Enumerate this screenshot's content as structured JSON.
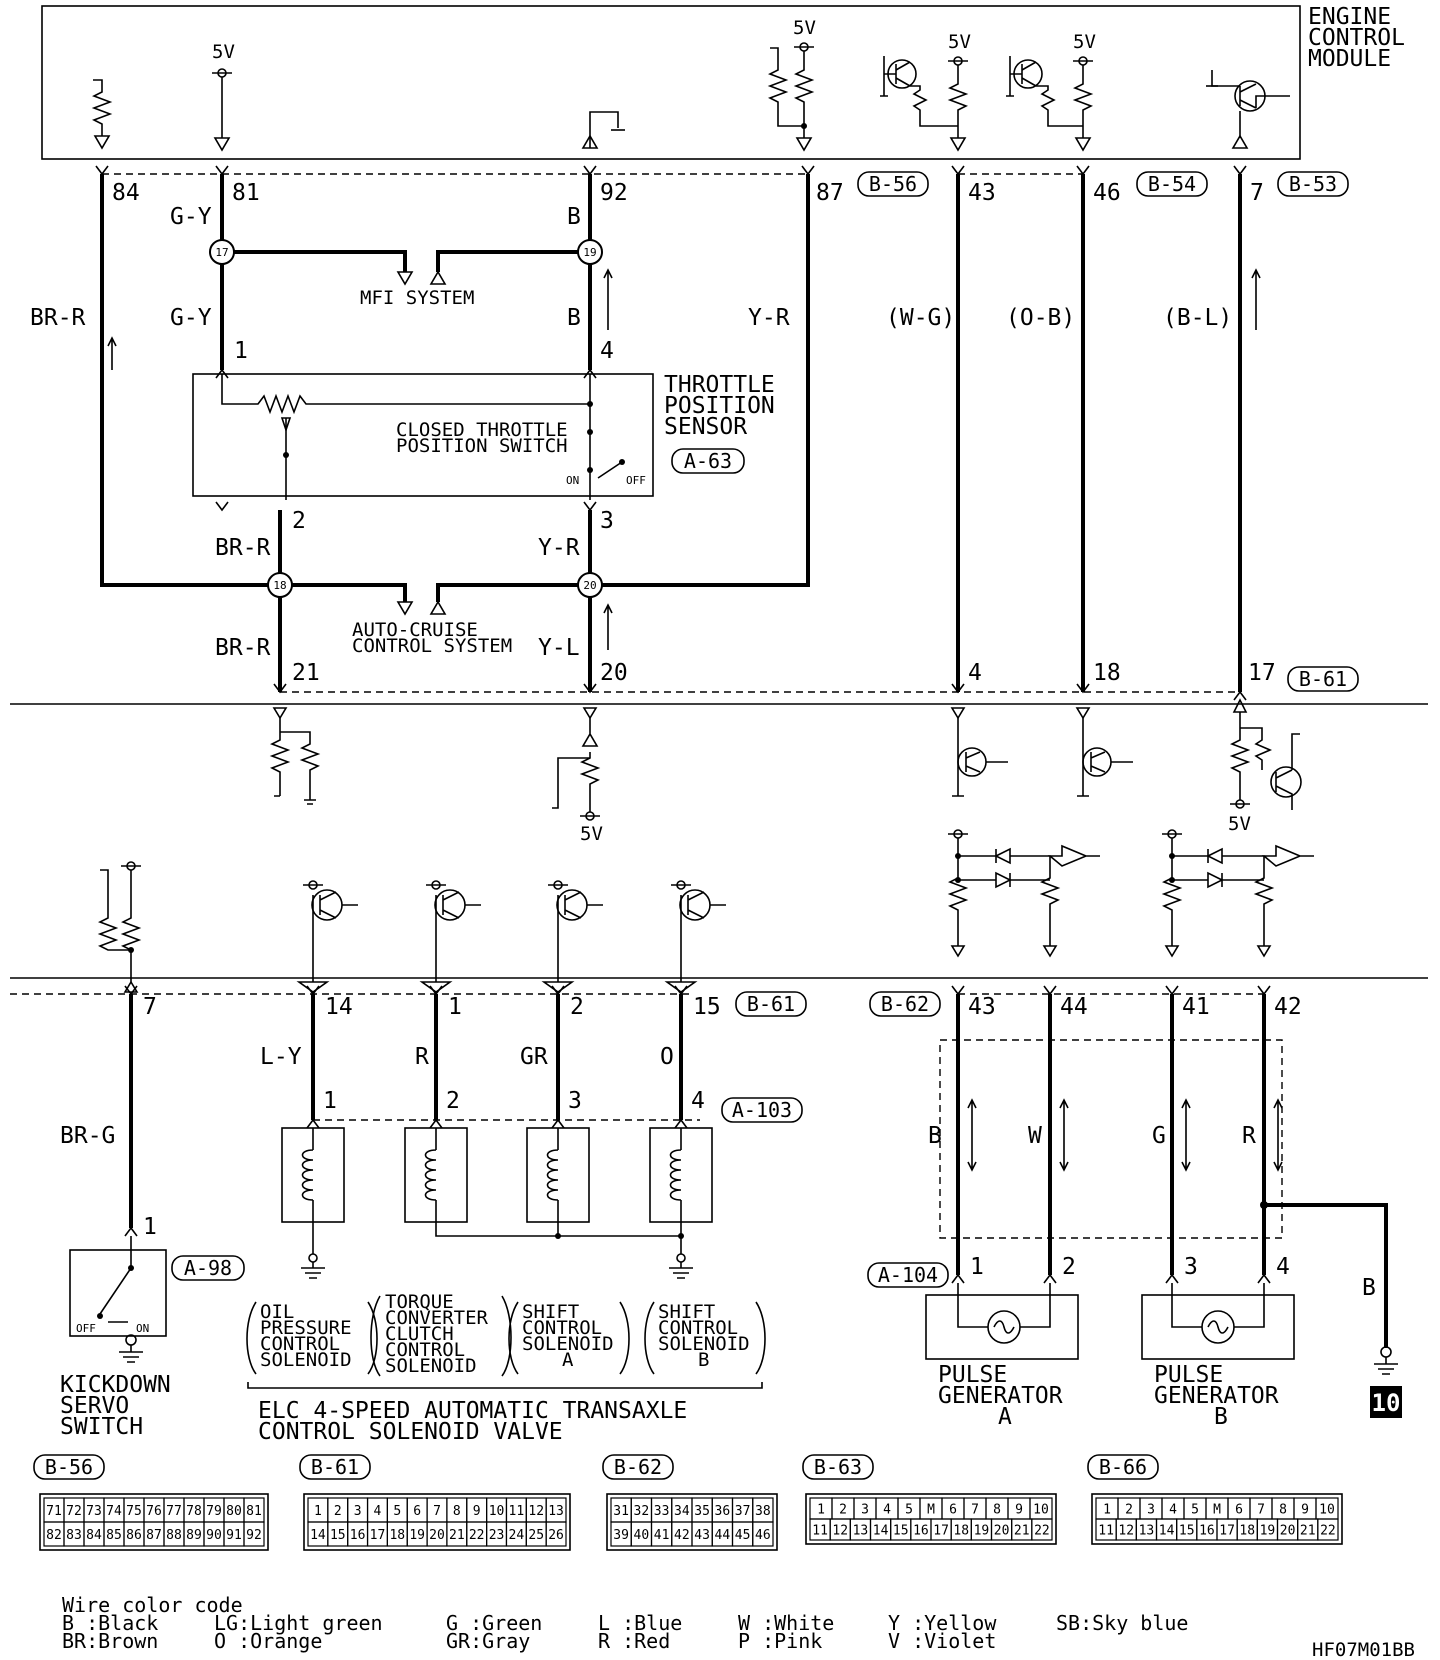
{
  "ecm": {
    "title_lines": [
      "ENGINE",
      "CONTROL",
      "MODULE"
    ]
  },
  "supply_label": "5V",
  "connectors": {
    "B56": "B-56",
    "B54": "B-54",
    "B53": "B-53",
    "B61": "B-61",
    "B62": "B-62",
    "A63": "A-63",
    "A103": "A-103",
    "A98": "A-98",
    "A104": "A-104"
  },
  "pins": {
    "p84": "84",
    "p81": "81",
    "p92": "92",
    "p87": "87",
    "p43": "43",
    "p46": "46",
    "p7": "7",
    "tps1": "1",
    "tps4": "4",
    "tps2": "2",
    "tps3": "3",
    "p21": "21",
    "p20": "20",
    "p4": "4",
    "p18": "18",
    "p17": "17",
    "k7": "7",
    "k14": "14",
    "k1": "1",
    "k2": "2",
    "k15": "15",
    "k43": "43",
    "k44": "44",
    "k41": "41",
    "k42": "42",
    "s1": "1",
    "s2": "2",
    "s3": "3",
    "s4": "4",
    "ks1": "1",
    "pg1": "1",
    "pg2": "2",
    "pg3": "3",
    "pg4": "4"
  },
  "splices": {
    "s17": "17",
    "s19": "19",
    "s18": "18",
    "s20": "20"
  },
  "wires": {
    "brr": "BR-R",
    "gy": "G-Y",
    "b": "B",
    "yr": "Y-R",
    "wg": "(W-G)",
    "ob": "(O-B)",
    "bl": "(B-L)",
    "yl": "Y-L",
    "brg": "BR-G",
    "ly": "L-Y",
    "r": "R",
    "gr": "GR",
    "o": "O",
    "w": "W",
    "g": "G"
  },
  "systems": {
    "mfi": "MFI SYSTEM",
    "autocruise": [
      "AUTO-CRUISE",
      "CONTROL SYSTEM"
    ]
  },
  "tps": {
    "name": [
      "THROTTLE",
      "POSITION",
      "SENSOR"
    ],
    "switch": [
      "CLOSED THROTTLE",
      "POSITION SWITCH"
    ],
    "on": "ON",
    "off": "OFF"
  },
  "kickdown": {
    "name": [
      "KICKDOWN",
      "SERVO",
      "SWITCH"
    ],
    "off": "OFF",
    "on": "ON"
  },
  "solenoids": {
    "oil": [
      "OIL",
      "PRESSURE",
      "CONTROL",
      "SOLENOID"
    ],
    "tcc": [
      "TORQUE",
      "CONVERTER",
      "CLUTCH",
      "CONTROL",
      "SOLENOID"
    ],
    "shiftA": [
      "SHIFT",
      "CONTROL",
      "SOLENOID",
      "A"
    ],
    "shiftB": [
      "SHIFT",
      "CONTROL",
      "SOLENOID",
      "B"
    ],
    "group": [
      "ELC 4-SPEED AUTOMATIC TRANSAXLE",
      "CONTROL SOLENOID VALVE"
    ]
  },
  "pulse": {
    "a": [
      "PULSE",
      "GENERATOR",
      "A"
    ],
    "b": [
      "PULSE",
      "GENERATOR",
      "B"
    ]
  },
  "ground_ref": "10",
  "connector_faces": [
    {
      "code": "B-56",
      "row1": [
        "71",
        "72",
        "73",
        "74",
        "75",
        "76",
        "77",
        "78",
        "79",
        "80",
        "81"
      ],
      "row2": [
        "82",
        "83",
        "84",
        "85",
        "86",
        "87",
        "88",
        "89",
        "90",
        "91",
        "92"
      ]
    },
    {
      "code": "B-61",
      "row1": [
        "1",
        "2",
        "3",
        "4",
        "5",
        "6",
        "7",
        "8",
        "9",
        "10",
        "11",
        "12",
        "13"
      ],
      "row2": [
        "14",
        "15",
        "16",
        "17",
        "18",
        "19",
        "20",
        "21",
        "22",
        "23",
        "24",
        "25",
        "26"
      ]
    },
    {
      "code": "B-62",
      "row1": [
        "31",
        "32",
        "33",
        "34",
        "35",
        "36",
        "37",
        "38"
      ],
      "row2": [
        "39",
        "40",
        "41",
        "42",
        "43",
        "44",
        "45",
        "46"
      ]
    },
    {
      "code": "B-63",
      "row1": [
        "1",
        "2",
        "3",
        "4",
        "5",
        "M",
        "6",
        "7",
        "8",
        "9",
        "10"
      ],
      "row2": [
        "11",
        "12",
        "13",
        "14",
        "15",
        "16",
        "17",
        "18",
        "19",
        "20",
        "21",
        "22"
      ]
    },
    {
      "code": "B-66",
      "row1": [
        "1",
        "2",
        "3",
        "4",
        "5",
        "M",
        "6",
        "7",
        "8",
        "9",
        "10"
      ],
      "row2": [
        "11",
        "12",
        "13",
        "14",
        "15",
        "16",
        "17",
        "18",
        "19",
        "20",
        "21",
        "22"
      ]
    }
  ],
  "legend": {
    "title": "Wire color code",
    "col1": [
      "B :Black",
      "BR:Brown"
    ],
    "col2": [
      "LG:Light green",
      "O :Orange"
    ],
    "col3": [
      "G :Green",
      "GR:Gray"
    ],
    "col4": [
      "L :Blue",
      "R :Red"
    ],
    "col5": [
      "W :White",
      "P :Pink"
    ],
    "col6": [
      "Y :Yellow",
      "V :Violet"
    ],
    "col7": [
      "SB:Sky blue"
    ]
  },
  "figure_id": "HF07M01BB"
}
